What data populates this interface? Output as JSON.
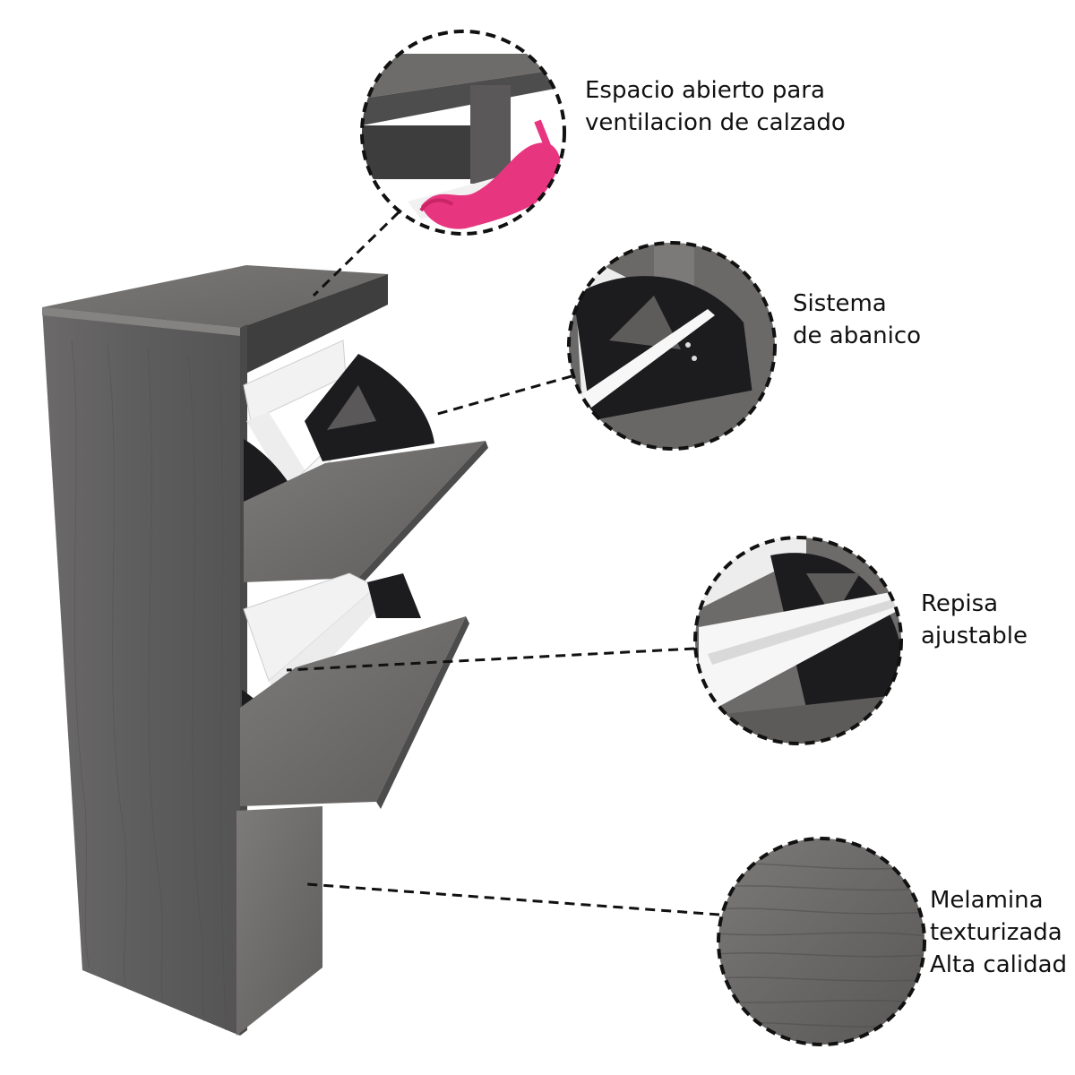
{
  "callouts": {
    "ventilacion": {
      "lines": [
        "Espacio abierto para",
        "ventilacion de calzado"
      ]
    },
    "abanico": {
      "lines": [
        "Sistema",
        "de abanico"
      ]
    },
    "repisa": {
      "lines": [
        "Repisa",
        "ajustable"
      ]
    },
    "melamina": {
      "lines": [
        "Melamina",
        "texturizada",
        "Alta calidad"
      ]
    }
  },
  "colors": {
    "wood_dark": "#5b5a5a",
    "wood_mid": "#6f6d6c",
    "wood_light": "#8a8887",
    "interior_white": "#f3f3f3",
    "hinge_black": "#1b1b1d",
    "shoe_pink": "#e8357f",
    "dashed_line": "#111111"
  }
}
